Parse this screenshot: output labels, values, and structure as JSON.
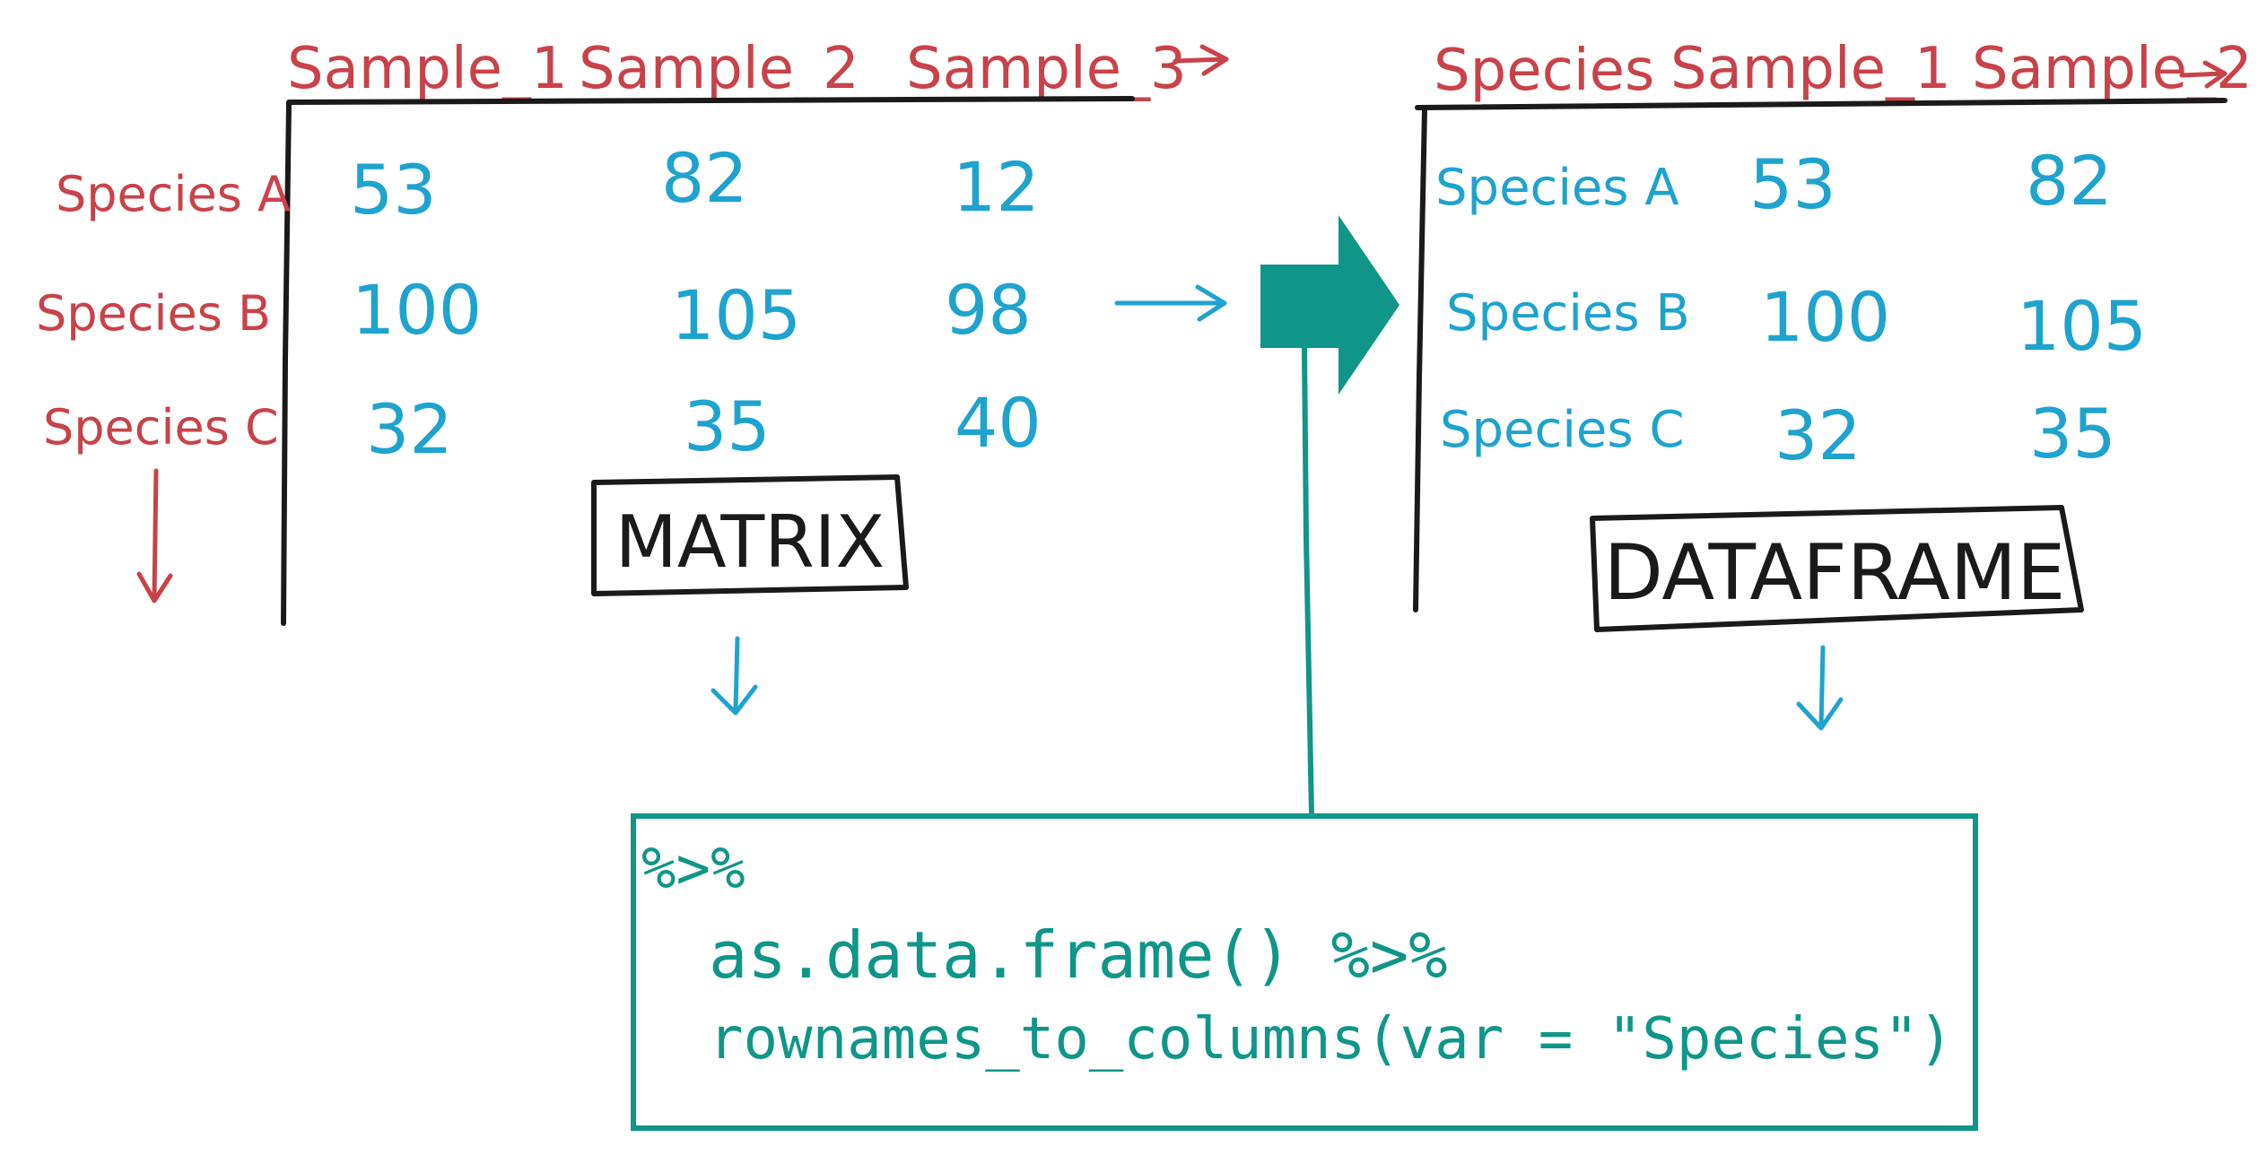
{
  "matrix": {
    "col_headers": [
      "Sample_1",
      "Sample_2",
      "Sample_3"
    ],
    "row_labels": [
      "Species A",
      "Species B",
      "Species C"
    ],
    "rows": [
      [
        "53",
        "82",
        "12"
      ],
      [
        "100",
        "105",
        "98"
      ],
      [
        "32",
        "35",
        "40"
      ]
    ],
    "label": "MATRIX"
  },
  "dataframe": {
    "col_headers": [
      "Species",
      "Sample_1",
      "Sample_2"
    ],
    "rows": [
      [
        "Species A",
        "53",
        "82"
      ],
      [
        "Species B",
        "100",
        "105"
      ],
      [
        "Species C",
        "32",
        "35"
      ]
    ],
    "label": "DATAFRAME"
  },
  "code": {
    "lines": [
      "%>%",
      "as.data.frame() %>%",
      "rownames_to_columns(var = \"Species\")"
    ]
  },
  "colors": {
    "header_red": "#c9424a",
    "value_blue": "#1ea3cf",
    "ink_black": "#1a1a1a",
    "teal": "#0f9688"
  }
}
